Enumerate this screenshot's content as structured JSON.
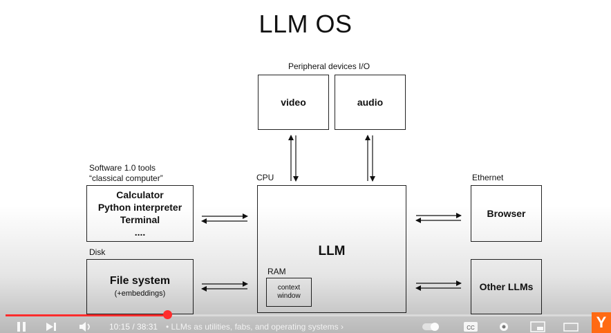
{
  "slide": {
    "title": "LLM OS",
    "labels": {
      "peripheral": "Peripheral devices I/O",
      "software_line1": "Software 1.0 tools",
      "software_line2": "“classical computer”",
      "cpu": "CPU",
      "ethernet": "Ethernet",
      "disk": "Disk",
      "ram": "RAM"
    },
    "boxes": {
      "video": "video",
      "audio": "audio",
      "tools": [
        "Calculator",
        "Python interpreter",
        "Terminal",
        "...."
      ],
      "llm": "LLM",
      "context_line1": "context",
      "context_line2": "window",
      "browser": "Browser",
      "file_system": "File system",
      "file_system_sub": "(+embeddings)",
      "other_llms": "Other LLMs"
    }
  },
  "player": {
    "progress": 0.27,
    "time": "10:15 / 38:31",
    "chapter": "• LLMs as utilities, fabs, and operating systems ›",
    "accent": "#ff2c2c",
    "badge": "Y",
    "icons": [
      "pause-icon",
      "next-icon",
      "volume-icon",
      "autoplay-toggle-icon",
      "captions-icon",
      "settings-icon",
      "miniplayer-icon",
      "theater-icon"
    ]
  }
}
